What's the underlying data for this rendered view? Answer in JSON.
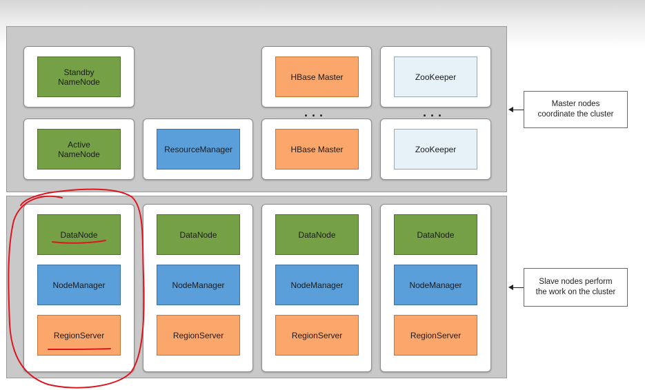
{
  "master": {
    "standby_namenode": "Standby\nNameNode",
    "active_namenode": "Active\nNameNode",
    "resource_manager": "ResourceManager",
    "hbase_master_top": "HBase Master",
    "hbase_master_bottom": "HBase Master",
    "zookeeper_top": "ZooKeeper",
    "zookeeper_bottom": "ZooKeeper",
    "ellipsis": "...",
    "note": "Master nodes\ncoordinate the cluster"
  },
  "slave": {
    "nodes": [
      {
        "datanode": "DataNode",
        "nodemanager": "NodeManager",
        "regionserver": "RegionServer"
      },
      {
        "datanode": "DataNode",
        "nodemanager": "NodeManager",
        "regionserver": "RegionServer"
      },
      {
        "datanode": "DataNode",
        "nodemanager": "NodeManager",
        "regionserver": "RegionServer"
      },
      {
        "datanode": "DataNode",
        "nodemanager": "NodeManager",
        "regionserver": "RegionServer"
      }
    ],
    "note": "Slave nodes perform\nthe work on the cluster"
  },
  "colors": {
    "hdfs": "#76a046",
    "yarn": "#5a9fd9",
    "hbase": "#fba66a",
    "zookeeper": "#e6f2f8",
    "annotation": "#e0141e"
  }
}
